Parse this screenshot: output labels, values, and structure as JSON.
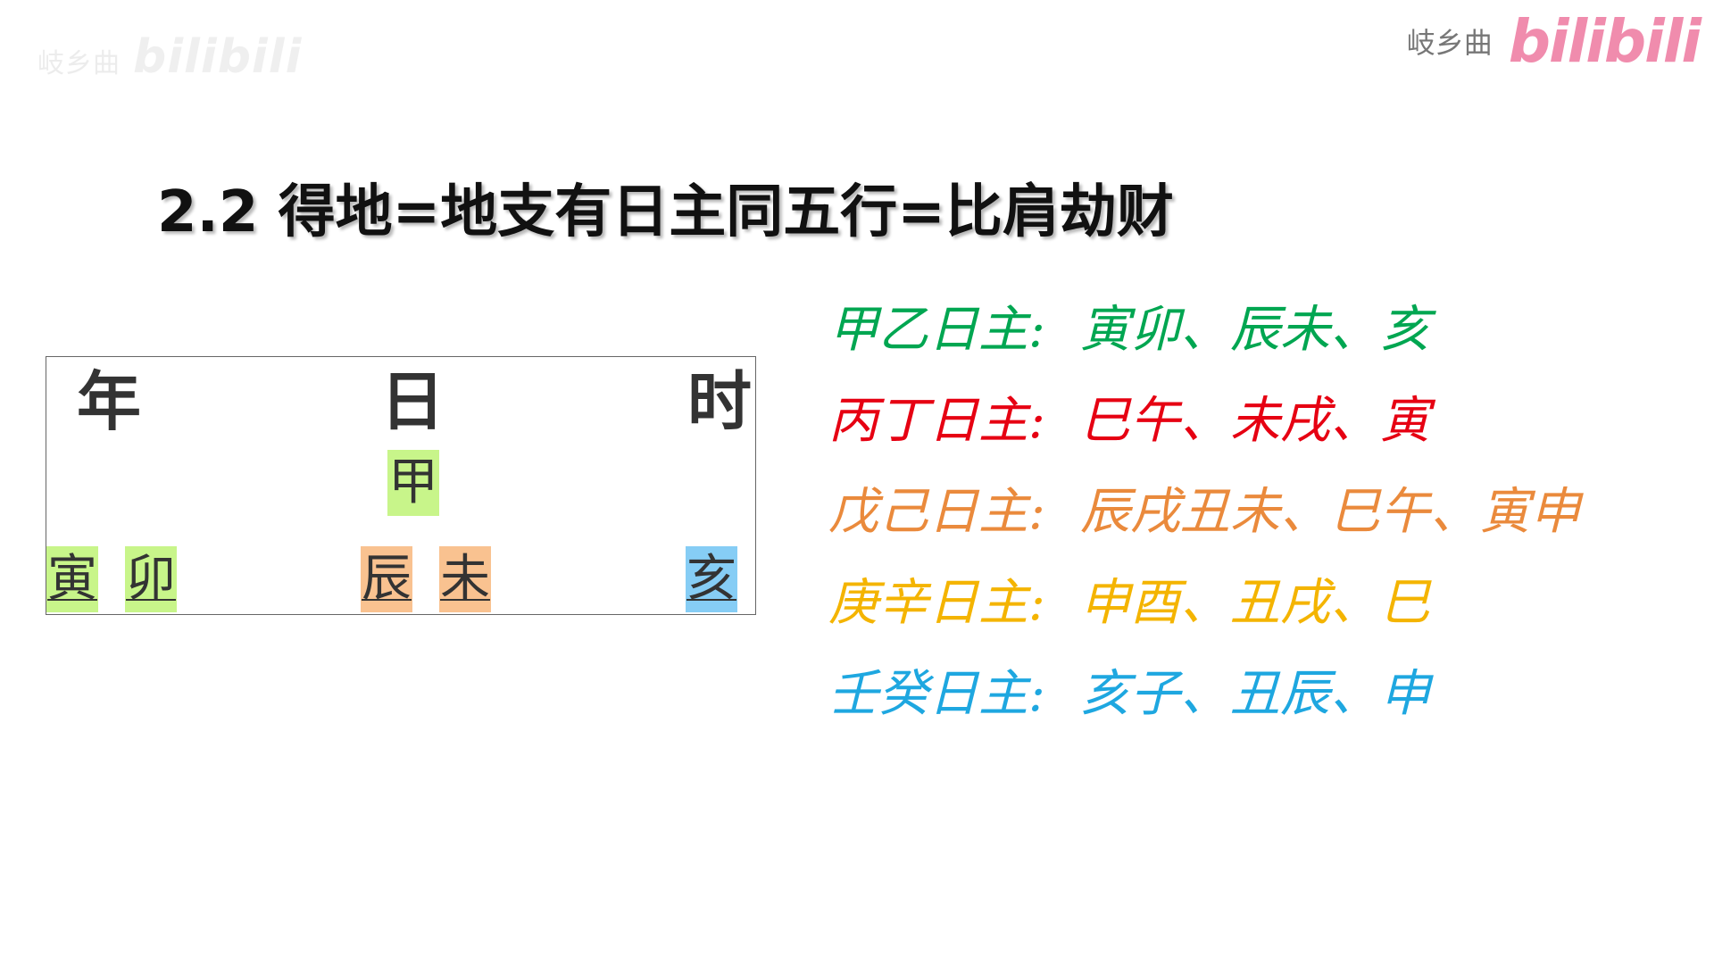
{
  "watermark": {
    "left_name": "岐乡曲",
    "left_logo": "bilibili",
    "right_name": "岐乡曲",
    "right_logo": "bilibili",
    "logo_color": "#f08cad"
  },
  "title": "2.2 得地=地支有日主同五行=比肩劫财",
  "chart": {
    "pillars": {
      "year": "年",
      "day": "日",
      "hour": "时"
    },
    "day_stem": {
      "text": "甲",
      "color": "#c8f58a"
    },
    "branches": [
      {
        "text": "寅",
        "color": "#c8f58a"
      },
      {
        "text": "卯",
        "color": "#c8f58a"
      },
      {
        "text": "辰",
        "color": "#f9c290"
      },
      {
        "text": "未",
        "color": "#f9c290"
      },
      {
        "text": "亥",
        "color": "#86cdf5"
      }
    ]
  },
  "rules": [
    {
      "prefix": "甲乙日主:",
      "branches": "寅卯、辰未、亥",
      "color": "#00a651"
    },
    {
      "prefix": "丙丁日主:",
      "branches": "巳午、未戌、寅",
      "color": "#e60012"
    },
    {
      "prefix": "戊己日主:",
      "branches": "辰戌丑未、巳午、寅申",
      "color": "#ea8a3c"
    },
    {
      "prefix": "庚辛日主:",
      "branches": "申酉、丑戌、巳",
      "color": "#f4b400"
    },
    {
      "prefix": "壬癸日主:",
      "branches": "亥子、丑辰、申",
      "color": "#1ea7e0"
    }
  ]
}
